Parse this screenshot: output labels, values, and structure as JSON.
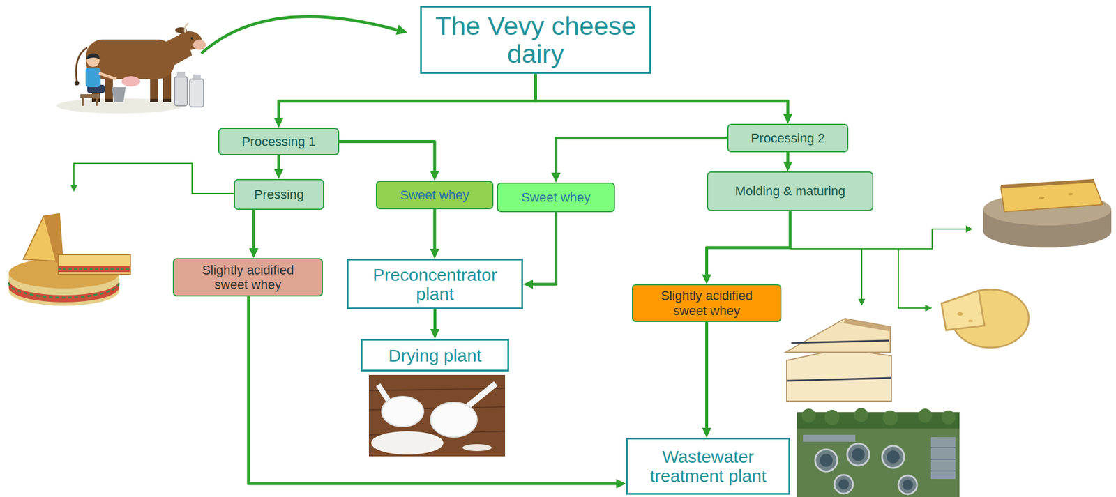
{
  "diagram": {
    "nodes": [
      {
        "text": [
          "The Vevy cheese dairy"
        ]
      },
      {
        "text": [
          "Processing 1"
        ]
      },
      {
        "text": [
          "Processing 2"
        ]
      },
      {
        "text": [
          "Pressing"
        ]
      },
      {
        "text": [
          "Sweet whey"
        ]
      },
      {
        "text": [
          "Sweet whey"
        ]
      },
      {
        "text": [
          "Molding & maturing"
        ]
      },
      {
        "text": [
          "Slightly acidified sweet whey"
        ]
      },
      {
        "text": [
          "Preconcentrator plant"
        ]
      },
      {
        "text": [
          "Slightly acidified sweet whey"
        ]
      },
      {
        "text": [
          "Drying plant"
        ]
      },
      {
        "text": [
          "Wastewater treatment plant"
        ]
      }
    ],
    "edges": [
      {
        "from": 0,
        "to": 1,
        "arrow": "to"
      },
      {
        "from": 0,
        "to": 2,
        "arrow": "to"
      },
      {
        "from": 1,
        "to": 3,
        "arrow": "to"
      },
      {
        "from": 1,
        "to": 4,
        "arrow": "to"
      },
      {
        "from": 2,
        "to": 5,
        "arrow": "to"
      },
      {
        "from": 2,
        "to": 6,
        "arrow": "to"
      },
      {
        "from": 3,
        "to": 7,
        "arrow": "to"
      },
      {
        "from": 4,
        "to": 8,
        "arrow": "to"
      },
      {
        "from": 5,
        "to": 8,
        "arrow": "to"
      },
      {
        "from": 8,
        "to": 10,
        "arrow": "to"
      },
      {
        "from": 6,
        "to": 9,
        "arrow": "to"
      },
      {
        "from": 7,
        "to": 11,
        "arrow": "to"
      },
      {
        "from": 9,
        "to": 11,
        "arrow": "to"
      }
    ]
  }
}
